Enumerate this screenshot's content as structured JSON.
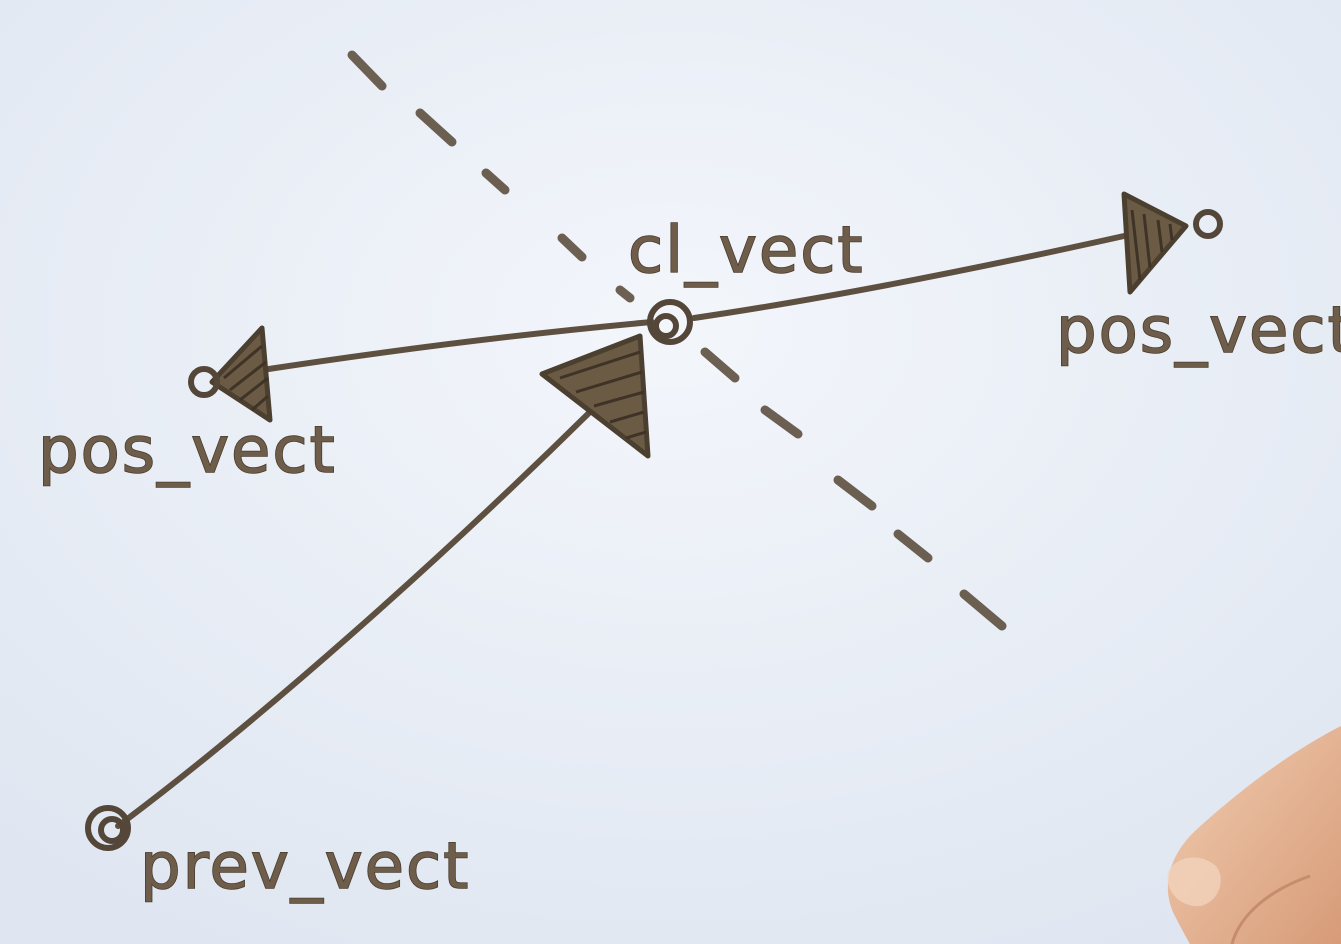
{
  "labels": {
    "center": "cl_vect",
    "left": "pos_vect",
    "right": "pos_vect",
    "bottom": "prev_vect"
  },
  "colors": {
    "board": "#e9eef6",
    "ink": "#5e5040",
    "ink_dark": "#3e3326",
    "hand": "#e8b99a"
  }
}
